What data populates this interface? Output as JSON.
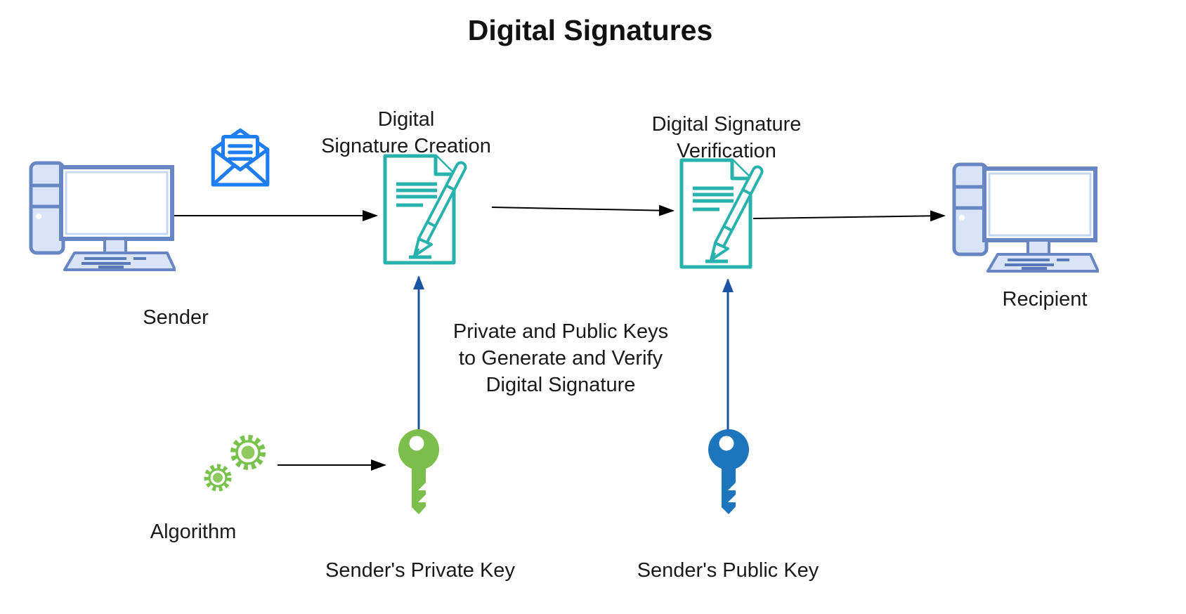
{
  "title": "Digital Signatures",
  "colors": {
    "teal": "#29b1ad",
    "blue_arrow": "#1a55a3",
    "envelope_blue": "#1e7df2",
    "computer_stroke": "#6886c4",
    "computer_fill": "#d9e4f8",
    "computer_detail": "#5878b8",
    "gear_green": "#72c044",
    "gear_hub": "#8bc755",
    "key_green": "#7cbe4b",
    "key_blue": "#1d76bd",
    "arrow_black": "#000000",
    "text": "#1a1a1a"
  },
  "nodes": {
    "sender": {
      "label": "Sender",
      "icon": "computer-icon"
    },
    "recipient": {
      "label": "Recipient",
      "icon": "computer-icon"
    },
    "creation": {
      "label": "Digital\nSignature Creation",
      "icon": "signed-document-icon"
    },
    "verification": {
      "label": "Digital Signature\nVerification",
      "icon": "signed-document-icon"
    },
    "algorithm": {
      "label": "Algorithm",
      "icon": "gears-icon"
    },
    "private_key": {
      "label": "Sender's Private Key",
      "icon": "key-icon"
    },
    "public_key": {
      "label": "Sender's Public Key",
      "icon": "key-icon"
    },
    "message": {
      "icon": "email-envelope-icon"
    }
  },
  "annotations": {
    "keys_note": "Private and Public Keys\nto Generate and Verify\nDigital Signature"
  }
}
